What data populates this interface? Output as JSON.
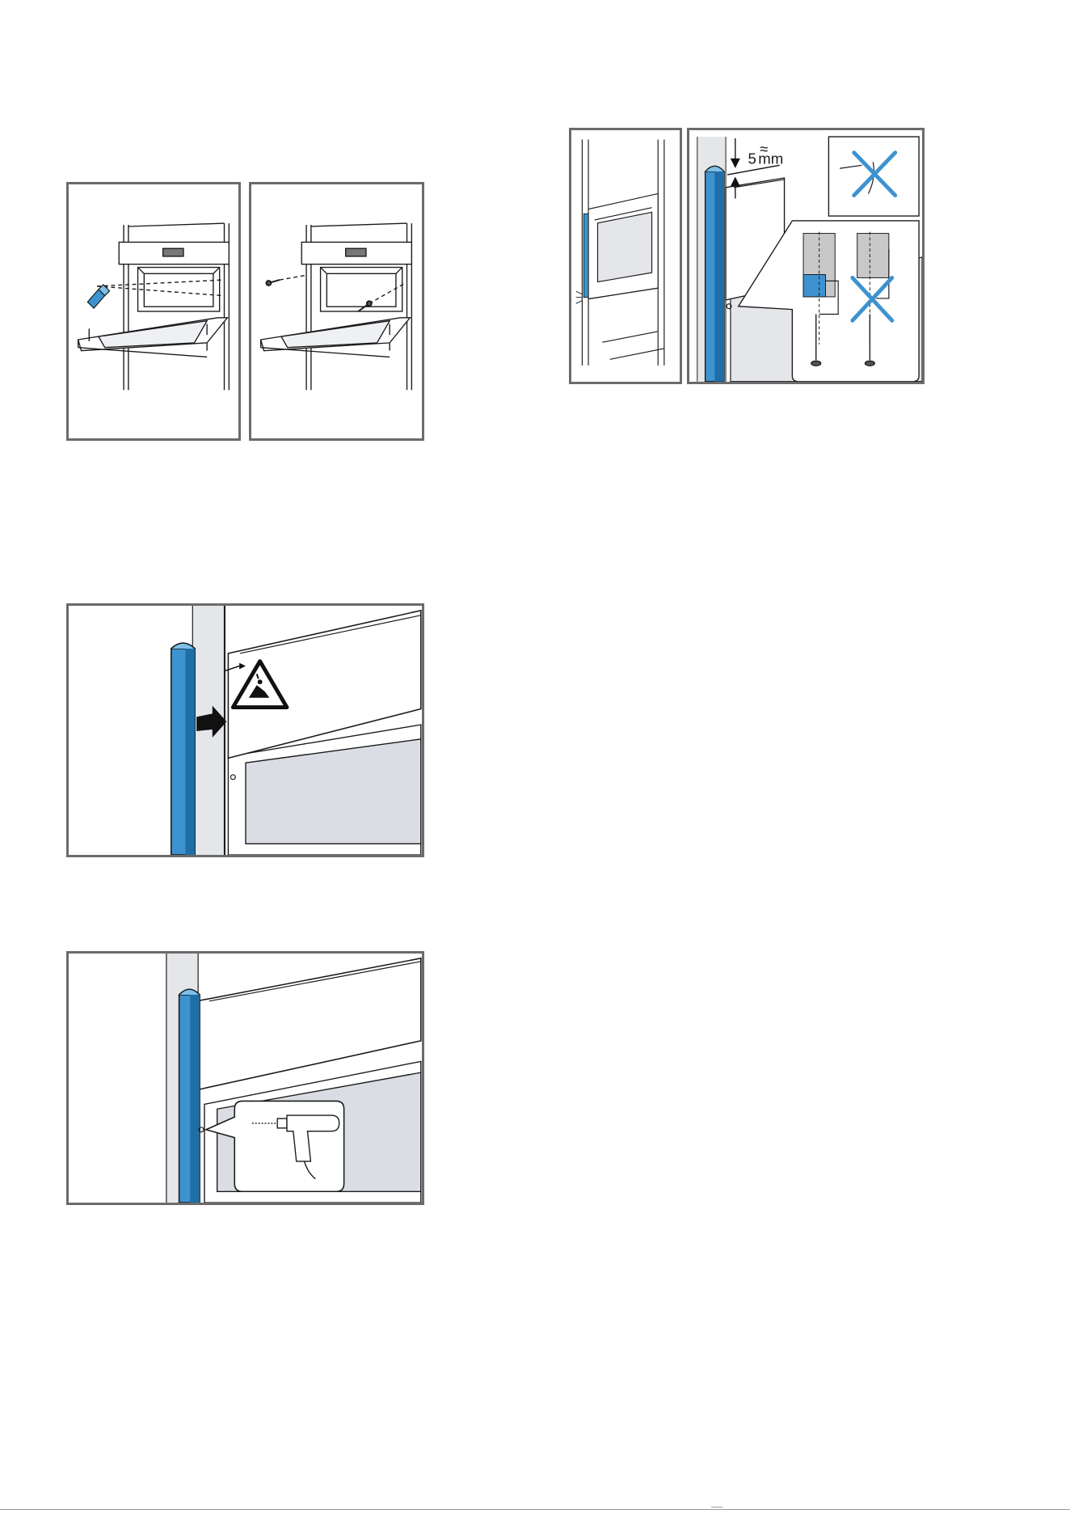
{
  "figures": [
    {
      "id": "fig-1a",
      "name": "figure-1-remove-cover"
    },
    {
      "id": "fig-1b",
      "name": "figure-1-insert-screws"
    },
    {
      "id": "fig-2",
      "name": "figure-2-fit-trim-strip"
    },
    {
      "id": "fig-3",
      "name": "figure-3-drill-hole"
    },
    {
      "id": "fig-4a",
      "name": "figure-4-overview"
    },
    {
      "id": "fig-4b",
      "name": "figure-4-detail"
    }
  ],
  "dimension": {
    "value": "5",
    "unit": "mm",
    "approx_symbol": "≈"
  },
  "colors": {
    "accent_blue": "#3d93cf",
    "accent_blue_dark": "#1f6ea6",
    "line": "#1a1a1a",
    "panel_border": "#6b6b6b",
    "cavity_grey": "#dadde3",
    "wall_grey": "#e4e6ea"
  },
  "icons": [
    "cutting-hazard-warning-icon",
    "push-arrow-icon",
    "drill-icon",
    "cross-mark-icon",
    "screw-icon"
  ]
}
